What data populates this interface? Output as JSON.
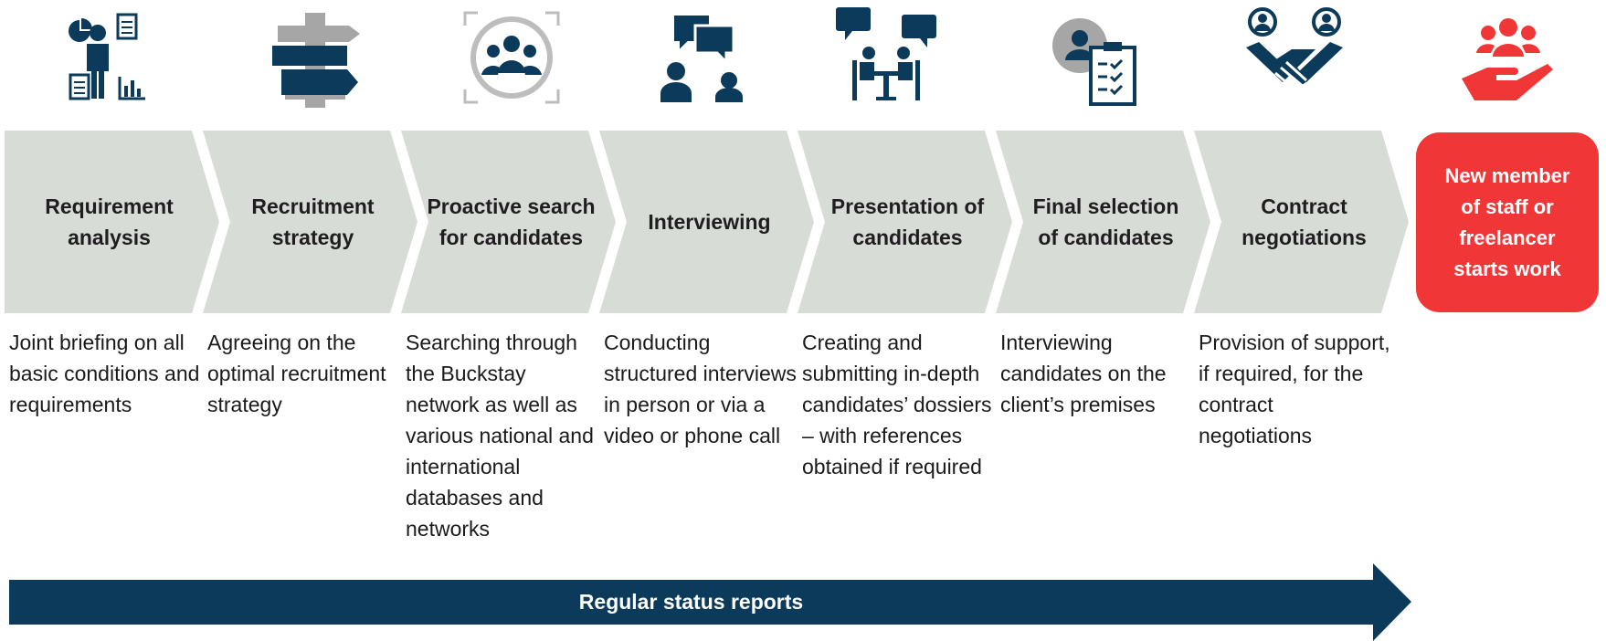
{
  "colors": {
    "navy": "#0c3a5a",
    "chevron_gray": "#d8dcd6",
    "accent_red": "#f03636",
    "icon_gray": "#9a9a9a"
  },
  "steps": [
    {
      "title": "Requirement analysis",
      "icon": "person-with-charts-icon",
      "description": "Joint briefing on all basic conditions and requirements"
    },
    {
      "title": "Recruitment strategy",
      "icon": "signpost-icon",
      "description": "Agreeing on the optimal recruitment strategy"
    },
    {
      "title": "Proactive search for candidates",
      "icon": "group-search-icon",
      "description": "Searching through the Buckstay network as well as various national and international databases and networks"
    },
    {
      "title": "Interviewing",
      "icon": "conversation-icon",
      "description": "Conducting structured interviews in person or via a video or phone call"
    },
    {
      "title": "Presentation of candidates",
      "icon": "meeting-table-icon",
      "description": "Creating and submitting in-depth candidates’ dossiers – with references obtained if required"
    },
    {
      "title": "Final selection of candidates",
      "icon": "candidate-checklist-icon",
      "description": "Interviewing candidates on the client’s premises"
    },
    {
      "title": "Contract negotiations",
      "icon": "handshake-icon",
      "description": "Provision of support, if required, for the contract negotiations"
    }
  ],
  "final": {
    "title": "New member of staff or freelancer starts work",
    "icon": "hand-holding-people-icon"
  },
  "status_bar": {
    "label": "Regular status reports"
  }
}
